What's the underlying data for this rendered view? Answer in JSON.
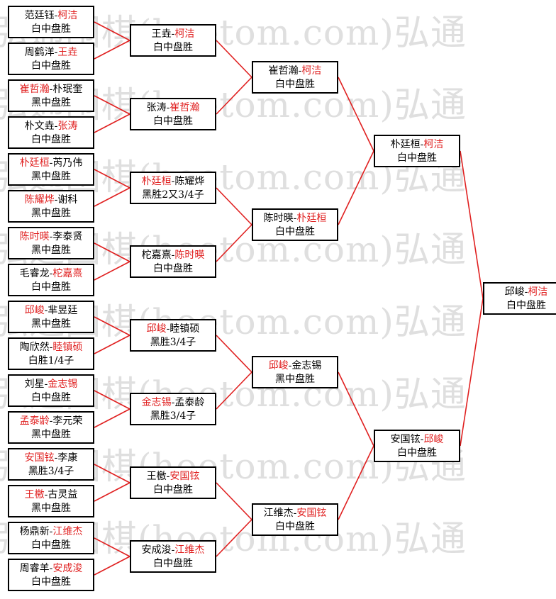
{
  "watermark": "弘通围棋(hoetom.com)弘通",
  "colors": {
    "winner": "#e02020",
    "connector": "#e02020",
    "border": "#000000"
  },
  "matches": [
    {
      "id": "r1m1",
      "p1": "范廷钰",
      "p2": "柯洁",
      "win": 2,
      "result": "白中盘胜"
    },
    {
      "id": "r1m2",
      "p1": "周鹤洋",
      "p2": "王垚",
      "win": 2,
      "result": "白中盘胜"
    },
    {
      "id": "r1m3",
      "p1": "崔哲瀚",
      "p2": "朴珉奎",
      "win": 1,
      "result": "黑中盘胜"
    },
    {
      "id": "r1m4",
      "p1": "朴文垚",
      "p2": "张涛",
      "win": 2,
      "result": "白中盘胜"
    },
    {
      "id": "r1m5",
      "p1": "朴廷桓",
      "p2": "芮乃伟",
      "win": 1,
      "result": "黑中盘胜"
    },
    {
      "id": "r1m6",
      "p1": "陈耀烨",
      "p2": "谢科",
      "win": 1,
      "result": "黑中盘胜"
    },
    {
      "id": "r1m7",
      "p1": "陈时暎",
      "p2": "李泰贤",
      "win": 1,
      "result": "黑中盘胜"
    },
    {
      "id": "r1m8",
      "p1": "毛睿龙",
      "p2": "柁嘉熹",
      "win": 2,
      "result": "白中盘胜"
    },
    {
      "id": "r1m9",
      "p1": "邱峻",
      "p2": "芈昱廷",
      "win": 1,
      "result": "黑中盘胜"
    },
    {
      "id": "r1m10",
      "p1": "陶欣然",
      "p2": "睦镇硕",
      "win": 2,
      "result": "白胜1/4子"
    },
    {
      "id": "r1m11",
      "p1": "刘星",
      "p2": "金志锡",
      "win": 2,
      "result": "白中盘胜"
    },
    {
      "id": "r1m12",
      "p1": "孟泰龄",
      "p2": "李元荣",
      "win": 1,
      "result": "黑中盘胜"
    },
    {
      "id": "r1m13",
      "p1": "安国铉",
      "p2": "李康",
      "win": 1,
      "result": "黑胜3/4子"
    },
    {
      "id": "r1m14",
      "p1": "王檄",
      "p2": "古灵益",
      "win": 1,
      "result": "黑中盘胜"
    },
    {
      "id": "r1m15",
      "p1": "杨鼎新",
      "p2": "江维杰",
      "win": 2,
      "result": "白中盘胜"
    },
    {
      "id": "r1m16",
      "p1": "周睿羊",
      "p2": "安成浚",
      "win": 2,
      "result": "白中盘胜"
    },
    {
      "id": "r2m1",
      "p1": "王垚",
      "p2": "柯洁",
      "win": 2,
      "result": "白中盘胜"
    },
    {
      "id": "r2m2",
      "p1": "张涛",
      "p2": "崔哲瀚",
      "win": 2,
      "result": "白中盘胜"
    },
    {
      "id": "r2m3",
      "p1": "朴廷桓",
      "p2": "陈耀烨",
      "win": 1,
      "result": "黑胜2又3/4子"
    },
    {
      "id": "r2m4",
      "p1": "柁嘉熹",
      "p2": "陈时暎",
      "win": 2,
      "result": "白中盘胜"
    },
    {
      "id": "r2m5",
      "p1": "邱峻",
      "p2": "睦镇硕",
      "win": 1,
      "result": "黑胜3/4子"
    },
    {
      "id": "r2m6",
      "p1": "金志锡",
      "p2": "孟泰龄",
      "win": 1,
      "result": "黑胜3/4子"
    },
    {
      "id": "r2m7",
      "p1": "王檄",
      "p2": "安国铉",
      "win": 2,
      "result": "白中盘胜"
    },
    {
      "id": "r2m8",
      "p1": "安成浚",
      "p2": "江维杰",
      "win": 2,
      "result": "白中盘胜"
    },
    {
      "id": "r3m1",
      "p1": "崔哲瀚",
      "p2": "柯洁",
      "win": 2,
      "result": "白中盘胜"
    },
    {
      "id": "r3m2",
      "p1": "陈时暎",
      "p2": "朴廷桓",
      "win": 2,
      "result": "白中盘胜"
    },
    {
      "id": "r3m3",
      "p1": "邱峻",
      "p2": "金志锡",
      "win": 1,
      "result": "黑中盘胜"
    },
    {
      "id": "r3m4",
      "p1": "江维杰",
      "p2": "安国铉",
      "win": 2,
      "result": "白中盘胜"
    },
    {
      "id": "r4m1",
      "p1": "朴廷桓",
      "p2": "柯洁",
      "win": 2,
      "result": "白中盘胜"
    },
    {
      "id": "r4m2",
      "p1": "安国铉",
      "p2": "邱峻",
      "win": 2,
      "result": "白中盘胜"
    },
    {
      "id": "final",
      "p1": "邱峻",
      "p2": "柯洁",
      "win": 2,
      "result": "白中盘胜"
    }
  ]
}
